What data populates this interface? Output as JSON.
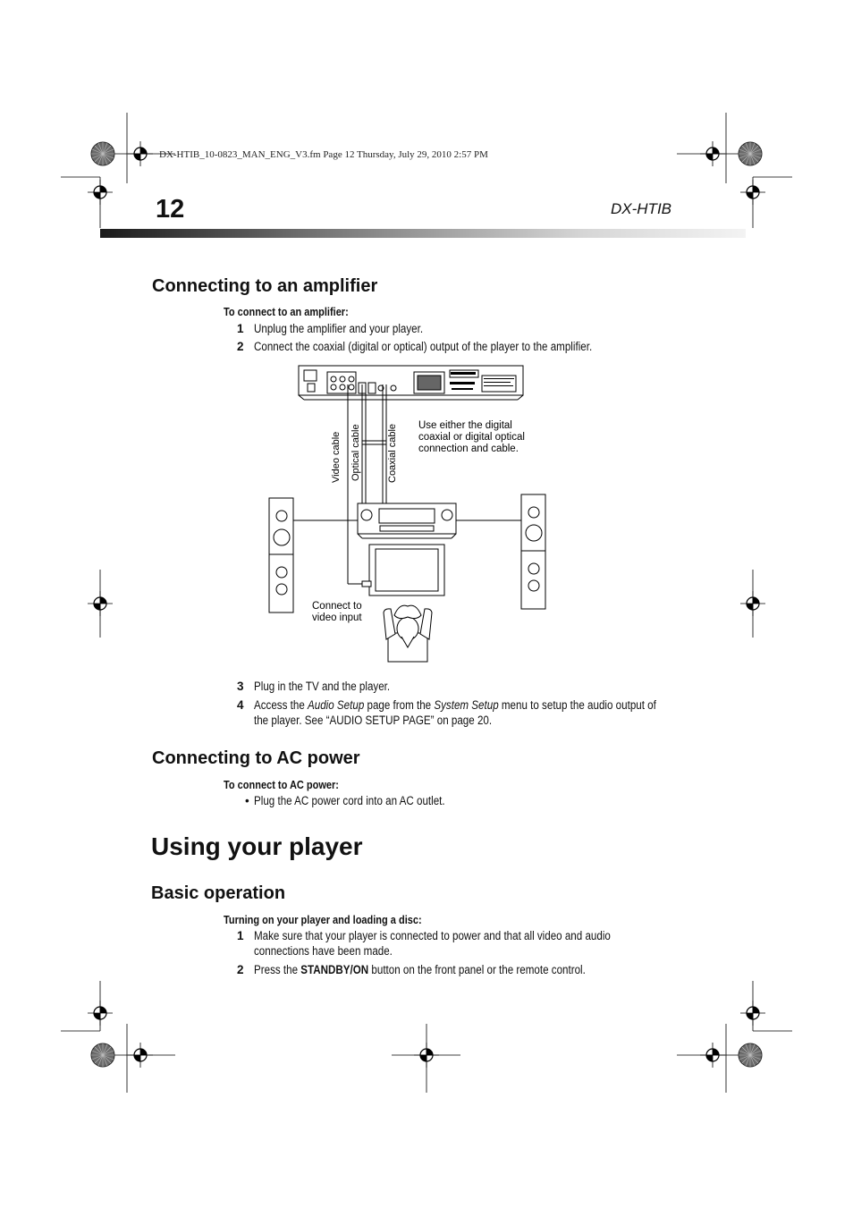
{
  "header": {
    "file_info": "DX-HTIB_10-0823_MAN_ENG_V3.fm  Page 12  Thursday, July 29, 2010  2:57 PM",
    "page_number": "12",
    "model": "DX-HTIB"
  },
  "amplifier": {
    "heading": "Connecting to an amplifier",
    "subheading": "To connect to an amplifier:",
    "steps": [
      {
        "num": "1",
        "text": "Unplug the amplifier and your player."
      },
      {
        "num": "2",
        "text": "Connect the coaxial (digital or optical) output of the player to the amplifier."
      }
    ],
    "diagram": {
      "label_video_cable": "Video cable",
      "label_optical_cable": "Optical cable",
      "label_coaxial_cable": "Coaxial cable",
      "note_line1": "Use either the digital",
      "note_line2": "coaxial or digital optical",
      "note_line3": "connection and cable.",
      "connect_line1": "Connect to",
      "connect_line2": "video input"
    },
    "steps2": [
      {
        "num": "3",
        "text": "Plug in the TV and the player."
      },
      {
        "num": "4",
        "pre": "Access the ",
        "em1": "Audio Setup",
        "mid": " page from the ",
        "em2": "System Setup",
        "post": " menu to setup the audio output of",
        "line2": "the player. See “AUDIO SETUP PAGE” on page 20."
      }
    ]
  },
  "ac_power": {
    "heading": "Connecting to AC power",
    "subheading": "To connect to AC power:",
    "bullet": "•",
    "bullet_text": "Plug the AC power cord into an AC outlet."
  },
  "using": {
    "heading": "Using your player",
    "basic_heading": "Basic operation",
    "subheading": "Turning on your player and loading a disc:",
    "step1_num": "1",
    "step1_line1": "Make sure that your player is connected to power and that all video and audio",
    "step1_line2": "connections have been made.",
    "step2_num": "2",
    "step2_pre": "Press the ",
    "step2_bold": "STANDBY/ON",
    "step2_post": " button on the front panel or the remote control."
  }
}
